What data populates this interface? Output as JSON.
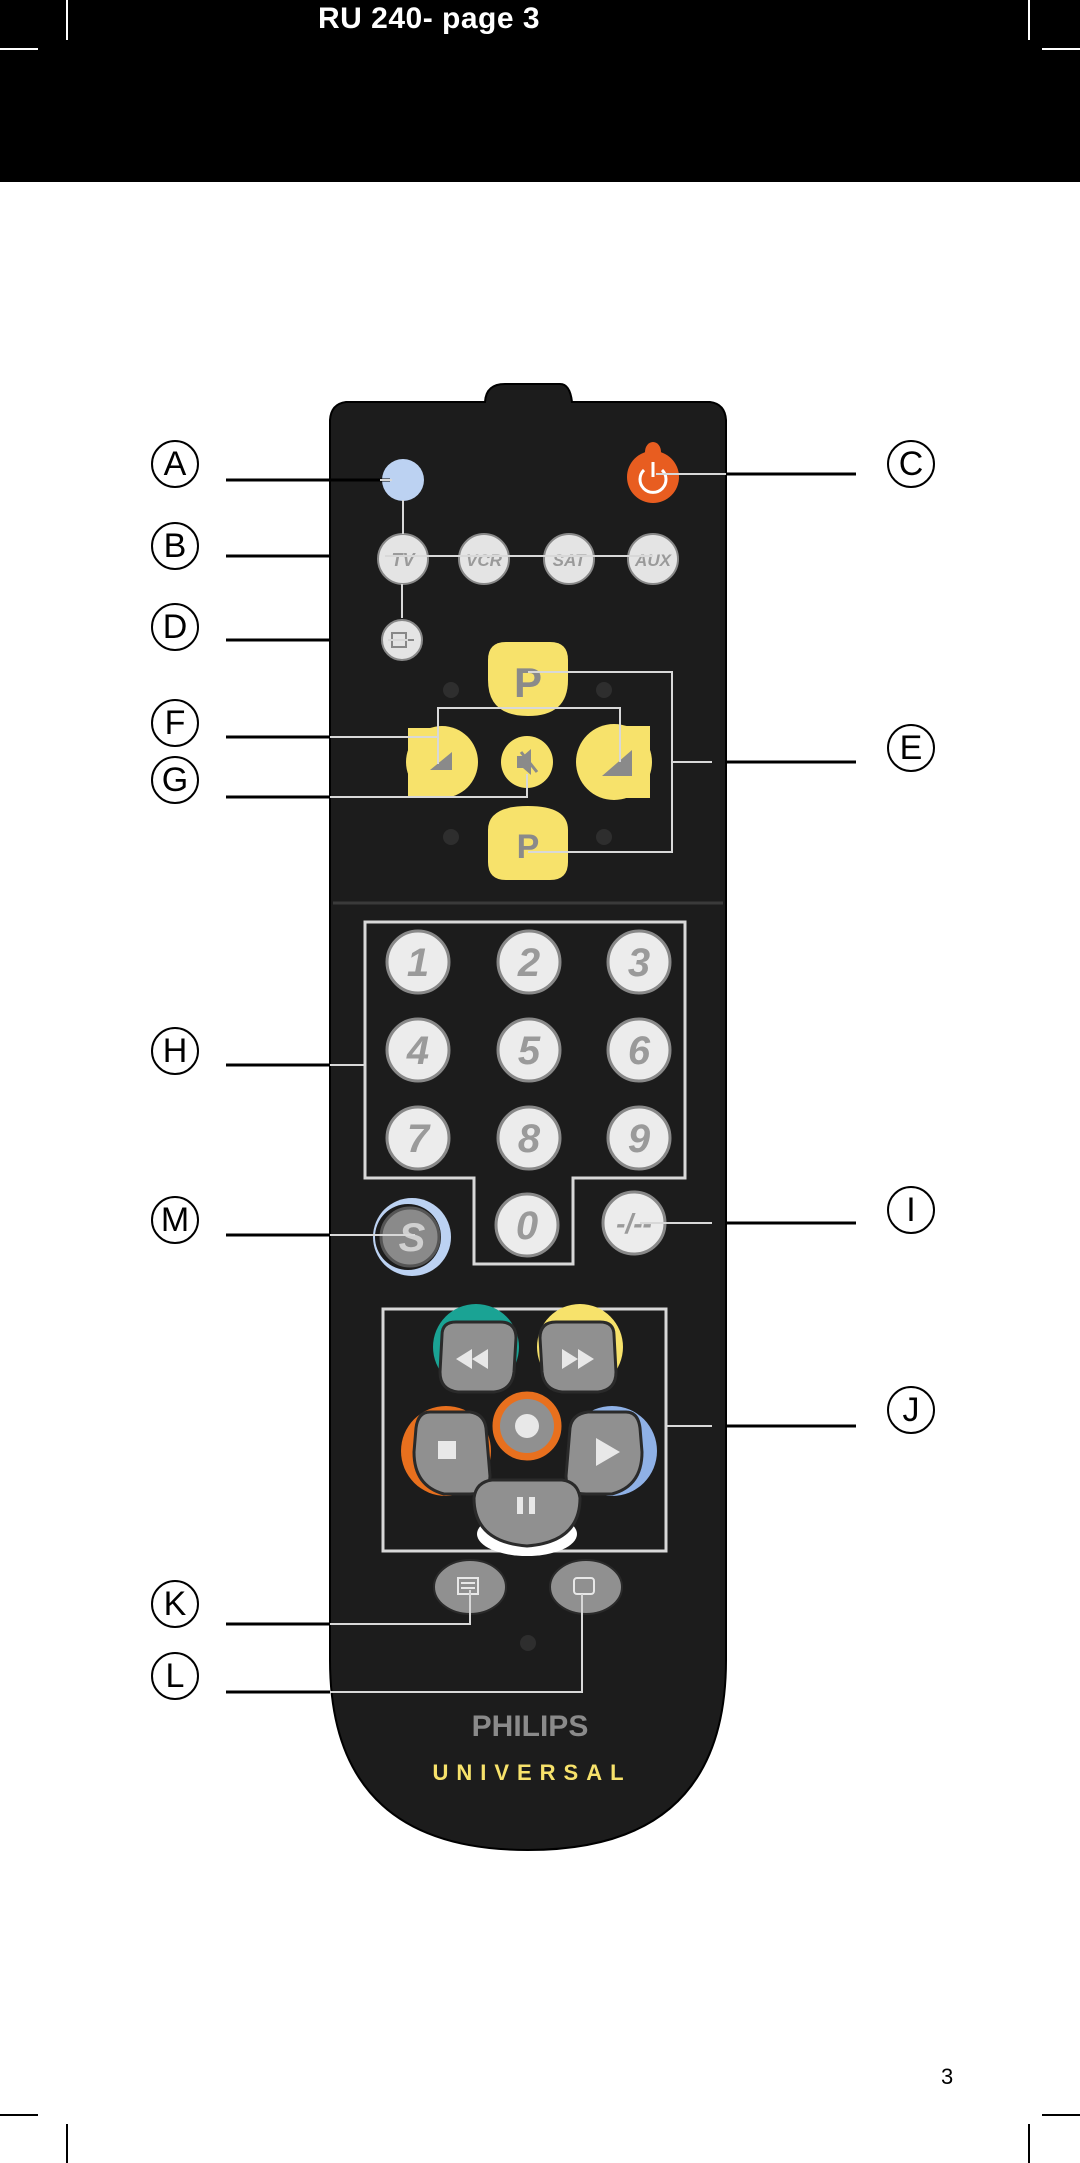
{
  "header": {
    "title": "RU 240- page  3"
  },
  "page_number": "3",
  "callouts": {
    "A": "A",
    "B": "B",
    "C": "C",
    "D": "D",
    "E": "E",
    "F": "F",
    "G": "G",
    "H": "H",
    "I": "I",
    "J": "J",
    "K": "K",
    "L": "L",
    "M": "M"
  },
  "remote": {
    "brand": "PHILIPS",
    "series": "UNIVERSAL",
    "mode_buttons": [
      "TV",
      "VCR",
      "SAT",
      "AUX"
    ],
    "program_label": "P",
    "digit_buttons": [
      "1",
      "2",
      "3",
      "4",
      "5",
      "6",
      "7",
      "8",
      "9"
    ],
    "zero": "0",
    "dash_button": "-/--",
    "s_button": "S"
  },
  "colors": {
    "remote_body": "#1c1c1c",
    "yellow": "#f7e26b",
    "power_orange": "#e85d20",
    "led_blue": "#bcd2f2",
    "teal": "#1aa394",
    "orange_accent": "#e8701e",
    "blue_accent": "#8fb1e6"
  },
  "icons": [
    "power-icon",
    "av-icon",
    "volume-icon",
    "mute-icon",
    "rewind-icon",
    "fast-forward-icon",
    "record-icon",
    "stop-icon",
    "play-icon",
    "pause-icon",
    "teletext-icon",
    "tv-screen-icon"
  ]
}
